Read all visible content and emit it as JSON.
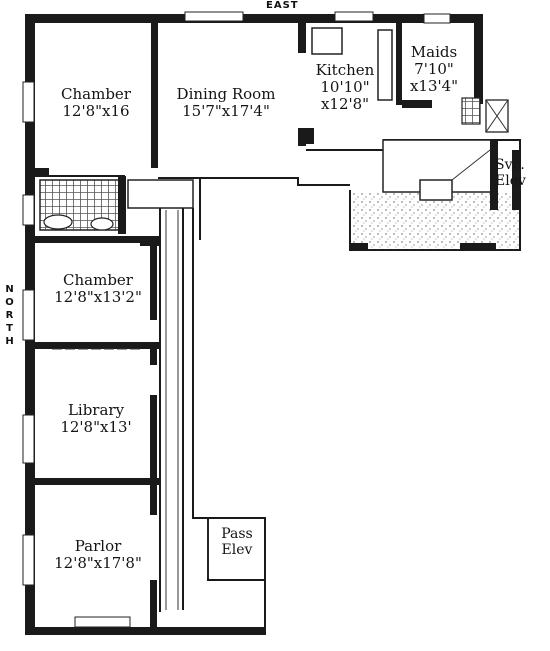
{
  "compass": {
    "east": "EAST",
    "north": [
      "N",
      "O",
      "R",
      "T",
      "H"
    ]
  },
  "rooms": {
    "chamber_1": {
      "name": "Chamber",
      "size": "12'8\"x16"
    },
    "dining": {
      "name": "Dining Room",
      "size": "15'7\"x17'4\""
    },
    "kitchen": {
      "name": "Kitchen",
      "size": "10'10\"",
      "size2": "x12'8\""
    },
    "maids": {
      "name": "Maids",
      "size": "7'10\"",
      "size2": "x13'4\""
    },
    "svc_elev": {
      "name": "Svc.",
      "name2": "Elev"
    },
    "chamber_2": {
      "name": "Chamber",
      "size": "12'8\"x13'2\""
    },
    "library": {
      "name": "Library",
      "size": "12'8\"x13'"
    },
    "parlor": {
      "name": "Parlor",
      "size": "12'8\"x17'8\""
    },
    "pass_elev": {
      "name": "Pass",
      "name2": "Elev"
    }
  }
}
